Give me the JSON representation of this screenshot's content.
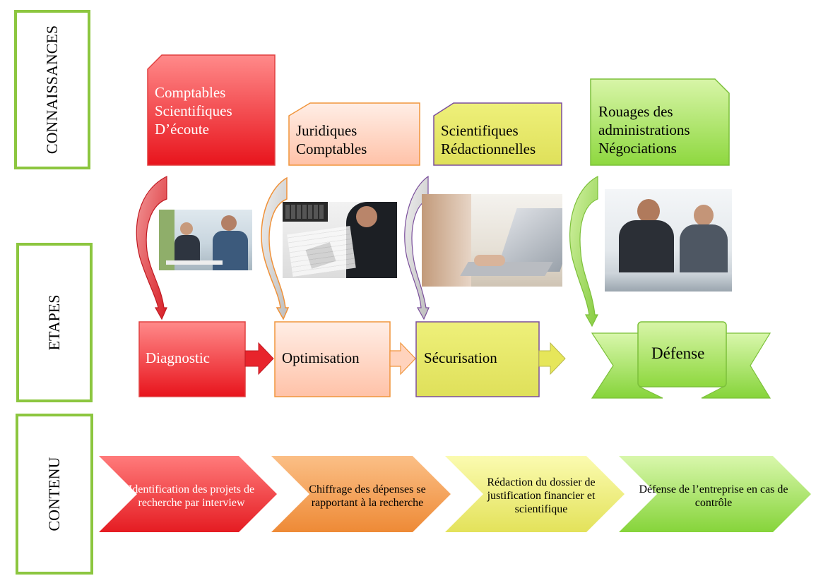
{
  "rows": {
    "connaissances": "CONNAISSANCES",
    "etapes": "ETAPES",
    "contenu": "CONTENU"
  },
  "connaissances": [
    {
      "lines": [
        "Comptables",
        "Scientifiques",
        "D’écoute"
      ]
    },
    {
      "lines": [
        "Juridiques",
        "Comptables"
      ]
    },
    {
      "lines": [
        "Scientifiques",
        "Rédactionnelles"
      ]
    },
    {
      "lines": [
        "Rouages des",
        "administrations",
        "Négociations"
      ]
    }
  ],
  "etapes": [
    "Diagnostic",
    "Optimisation",
    "Sécurisation",
    "Défense"
  ],
  "contenu": [
    {
      "lines": [
        "Identification des projets de",
        "recherche par interview"
      ]
    },
    {
      "lines": [
        "Chiffrage des dépenses se",
        "rapportant à la recherche"
      ]
    },
    {
      "lines": [
        "Rédaction du dossier de",
        "justification financier et",
        "scientifique"
      ]
    },
    {
      "lines": [
        "Défense de l’entreprise en cas de",
        "contrôle"
      ]
    }
  ],
  "colors": {
    "red": "#e8242c",
    "orange": "#f5922e",
    "yellow": "#e6e65a",
    "green": "#8cc63f",
    "purple": "#7b4f9c"
  }
}
